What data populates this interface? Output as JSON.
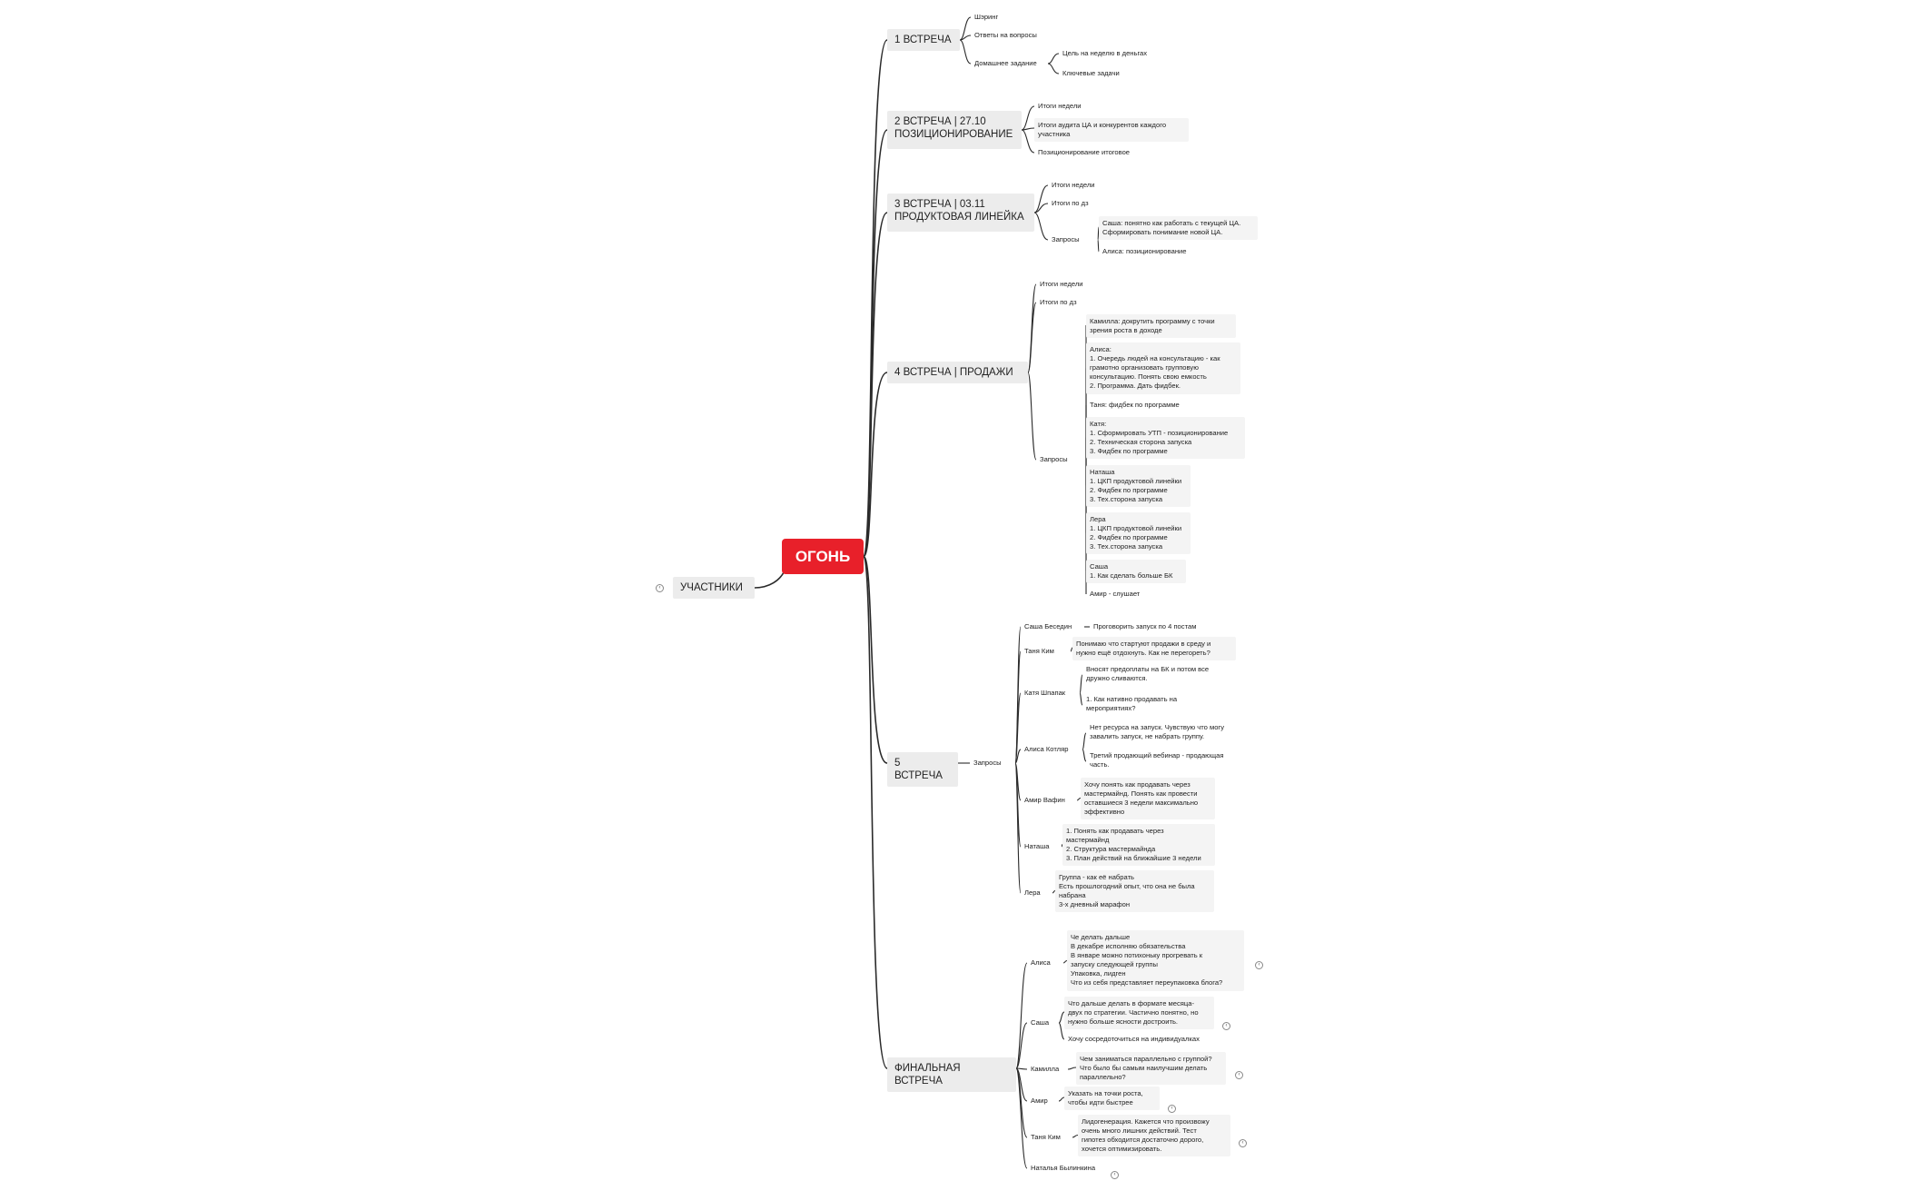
{
  "nodes": {
    "root": "ОГОНЬ",
    "uch": "УЧАСТНИКИ",
    "m1": "1 ВСТРЕЧА",
    "m1_a": "Шэринг",
    "m1_b": "Ответы на вопросы",
    "m1_c": "Домашнее задание",
    "m1_c1": "Цель на неделю в деньгах",
    "m1_c2": "Ключевые задачи",
    "m2": "2 ВСТРЕЧА | 27.10\nПОЗИЦИОНИРОВАНИЕ",
    "m2_a": "Итоги недели",
    "m2_b": "Итоги аудита ЦА и конкурентов каждого\nучастника",
    "m2_c": "Позиционирование итоговое",
    "m3": "3 ВСТРЕЧА | 03.11\nПРОДУКТОВАЯ ЛИНЕЙКА",
    "m3_a": "Итоги недели",
    "m3_b": "Итоги по дз",
    "m3_c": "Запросы",
    "m3_c1": "Саша: понятно как работать с текущей ЦА.\nСформировать понимание новой ЦА.",
    "m3_c2": "Алиса: позиционирование",
    "m4": "4 ВСТРЕЧА | ПРОДАЖИ",
    "m4_a": "Итоги недели",
    "m4_b": "Итоги по дз",
    "m4_c": "Запросы",
    "m4_c1": "Камилла: докрутить программу с точки\nзрения роста в доходе",
    "m4_c2": "Алиса:\n1. Очередь людей на консультацию - как\nграмотно организовать групповую\nконсультацию. Понять свою емкость\n2. Программа. Дать фидбек.",
    "m4_c3": "Таня: фидбек по программе",
    "m4_c4": "Катя:\n1. Сформировать УТП - позиционирование\n2. Техническая сторона запуска\n3. Фидбек по программе",
    "m4_c5": "Наташа\n1. ЦКП продуктовой линейки\n2. Фидбек по программе\n3. Тех.сторона запуска",
    "m4_c6": "Лера\n1. ЦКП продуктовой линейки\n2. Фидбек по программе\n3. Тех.сторона запуска",
    "m4_c7": "Саша\n1. Как сделать больше БК",
    "m4_c8": "Амир - слушает",
    "m5": "5 ВСТРЕЧА",
    "m5_z": "Запросы",
    "p1": "Саша Беседин",
    "p1_a": "Проговорить запуск по 4 постам",
    "p2": "Таня Ким",
    "p2_a": "Понимаю что стартуют продажи в среду и\nнужно ещё отдохнуть. Как не перегореть?",
    "p3": "Катя Шпапак",
    "p3_a": "Вносят предоплаты на БК и потом все\nдружно сливаются.",
    "p3_b": "1. Как нативно продавать на\nмероприятиях?",
    "p4": "Алиса Котляр",
    "p4_a": "Нет ресурса на запуск. Чувствую что могу\nзавалить запуск, не набрать группу.",
    "p4_b": "Третий продающий вебинар - продающая\nчасть.",
    "p5": "Амир Вафин",
    "p5_a": "Хочу понять как продавать через\nмастермайнд. Понять как провести\nоставшиеся 3 недели максимально\nэффективно",
    "p6": "Наташа",
    "p6_a": "1. Понять как продавать через\nмастермайнд\n2. Структура мастермайнда\n3. План действий на ближайшие 3 недели",
    "p7": "Лера",
    "p7_a": "Группа - как её набрать\nЕсть прошлогодний опыт, что она не была\nнабрана\n3-х дневный марафон",
    "mf": "ФИНАЛЬНАЯ ВСТРЕЧА",
    "f1": "Алиса",
    "f1_a": "Че делать дальше\nВ декабре исполняю обязательства\nВ январе можно потихоньку прогревать к\nзапуску следующей группы\nУпаковка, лидген\nЧто из себя представляет переупаковка блога?",
    "f2": "Саша",
    "f2_a": "Что дальше делать в формате месяца-\nдвух по стратегии. Частично понятно, но\nнужно больше ясности достроить.",
    "f2_b": "Хочу сосредоточиться на индивидуалках",
    "f3": "Камилла",
    "f3_a": "Чем заниматься параллельно с группой?\nЧто было бы самым наилучшим делать\nпараллельно?",
    "f4": "Амир",
    "f4_a": "Указать на точки роста,\nчтобы идти быстрее",
    "f5": "Таня Ким",
    "f5_a": "Лидогенерация. Кажется что произвожу\nочень много лишних действий. Тест\nгипотез обходится достаточно дорого,\nхочется оптимизировать.",
    "f6": "Наталья Былинкина"
  },
  "colors": {
    "root": "#e8202a",
    "line": "#2a2a2a",
    "node_bg": "#ececec",
    "leaf_bg": "#f4f4f4"
  }
}
